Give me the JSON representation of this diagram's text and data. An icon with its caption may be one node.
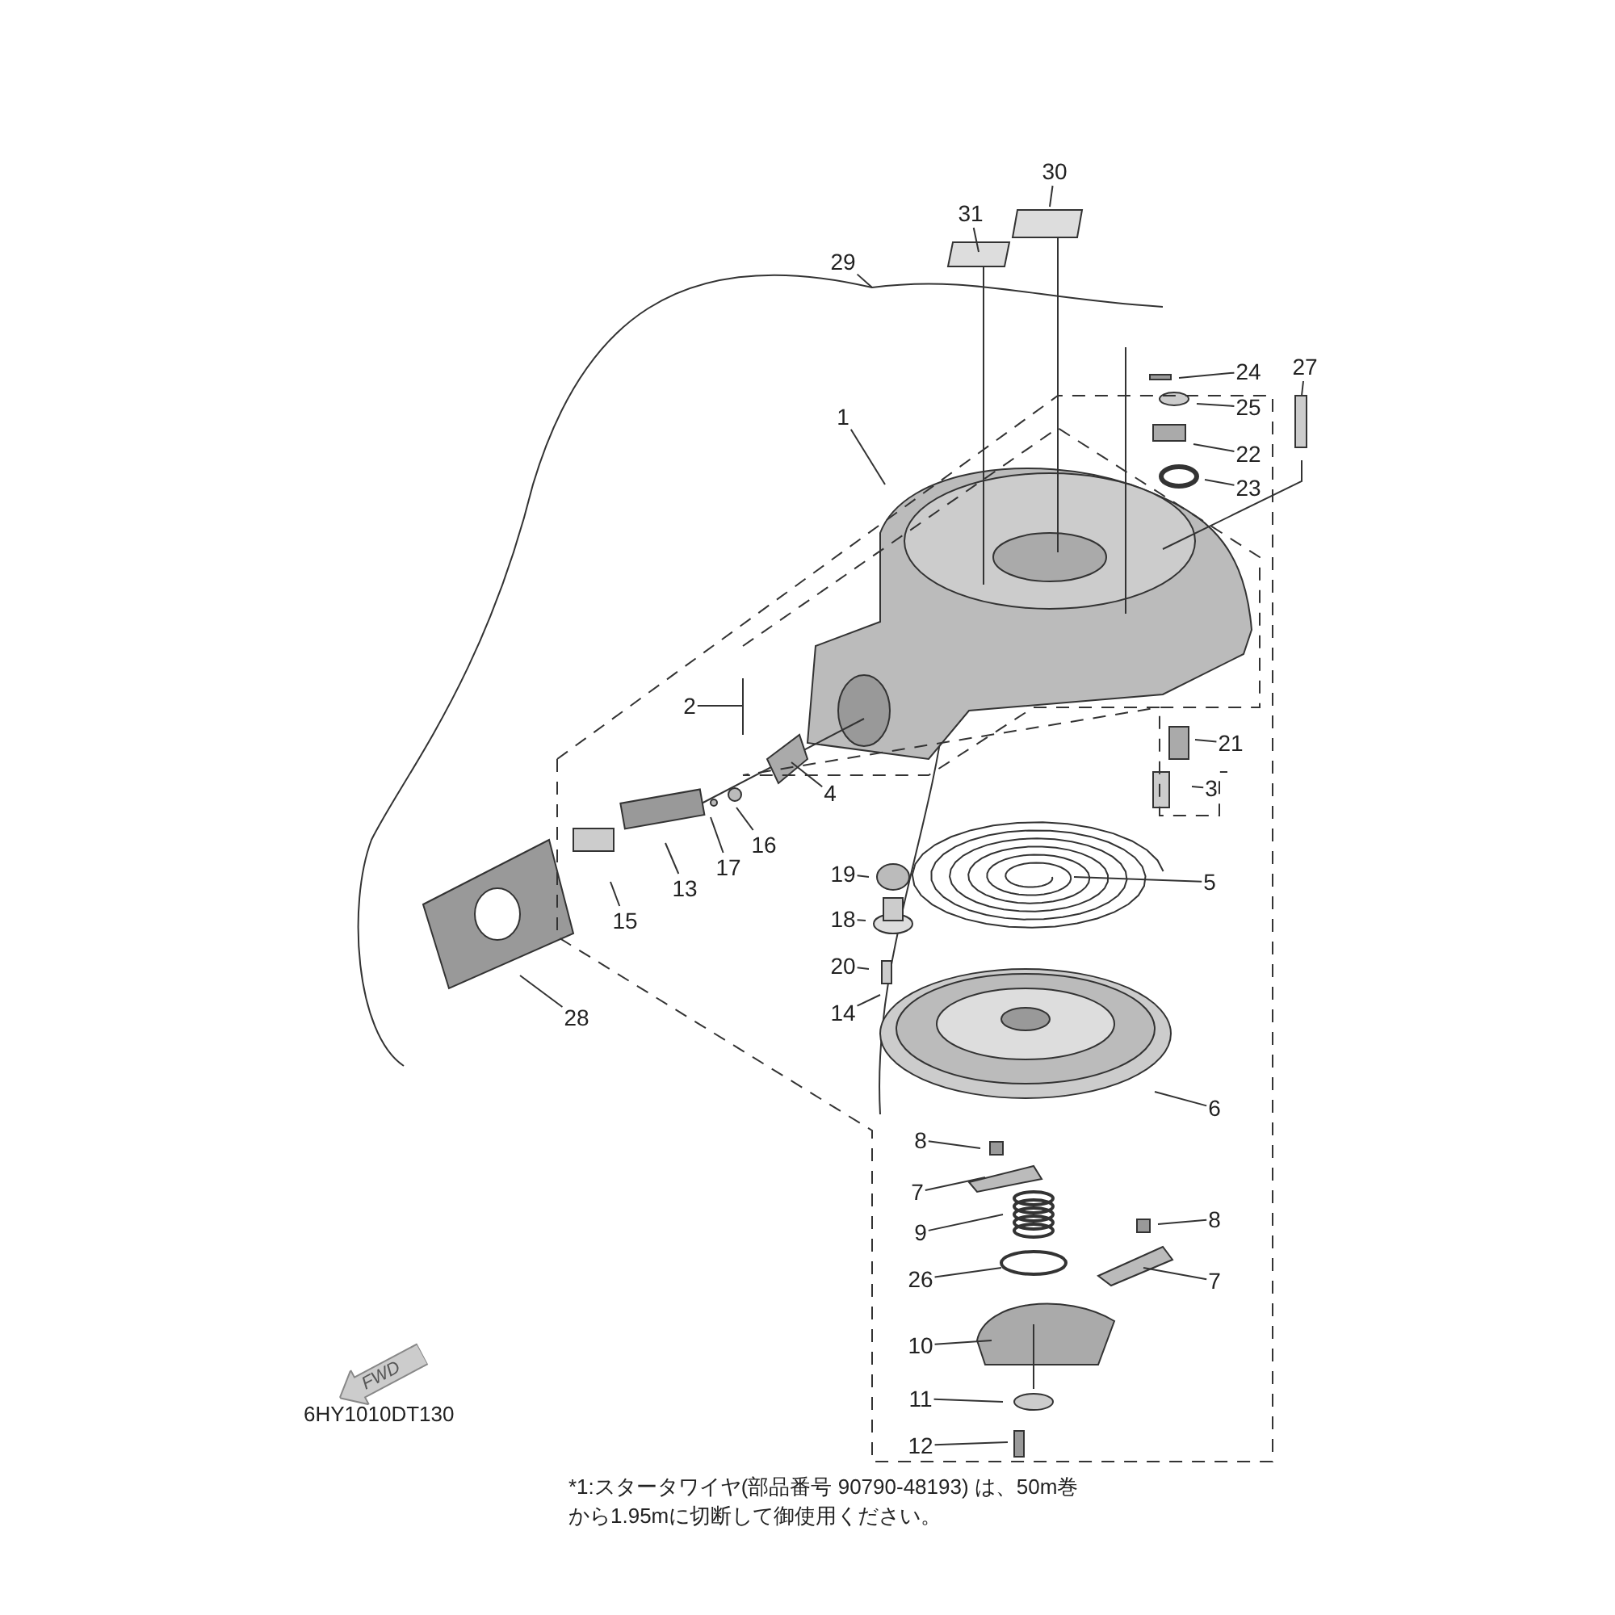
{
  "diagram": {
    "nodes": [
      {
        "text": [
          "29"
        ]
      },
      {
        "text": [
          "31"
        ]
      },
      {
        "text": [
          "30"
        ]
      },
      {
        "text": [
          "24"
        ]
      },
      {
        "text": [
          "25"
        ]
      },
      {
        "text": [
          "27"
        ]
      },
      {
        "text": [
          "22"
        ]
      },
      {
        "text": [
          "23"
        ]
      },
      {
        "text": [
          "1"
        ]
      },
      {
        "text": [
          "2"
        ]
      },
      {
        "text": [
          "21"
        ]
      },
      {
        "text": [
          "4"
        ]
      },
      {
        "text": [
          "3"
        ]
      },
      {
        "text": [
          "16"
        ]
      },
      {
        "text": [
          "17"
        ]
      },
      {
        "text": [
          "13"
        ]
      },
      {
        "text": [
          "15"
        ]
      },
      {
        "text": [
          "19"
        ]
      },
      {
        "text": [
          "5"
        ]
      },
      {
        "text": [
          "18"
        ]
      },
      {
        "text": [
          "20"
        ]
      },
      {
        "text": [
          "14"
        ]
      },
      {
        "text": [
          "28"
        ]
      },
      {
        "text": [
          "6"
        ]
      },
      {
        "text": [
          "8"
        ]
      },
      {
        "text": [
          "7"
        ]
      },
      {
        "text": [
          "9"
        ]
      },
      {
        "text": [
          "8"
        ]
      },
      {
        "text": [
          "26"
        ]
      },
      {
        "text": [
          "7"
        ]
      },
      {
        "text": [
          "10"
        ]
      },
      {
        "text": [
          "11"
        ]
      },
      {
        "text": [
          "12"
        ]
      },
      {
        "text": [
          "FWD"
        ]
      }
    ],
    "edges": [
      {
        "from": 0,
        "to": null,
        "arrow": "none"
      },
      {
        "from": 1,
        "to": null,
        "arrow": "none"
      },
      {
        "from": 2,
        "to": null,
        "arrow": "none"
      },
      {
        "from": 3,
        "to": null,
        "arrow": "none"
      },
      {
        "from": 4,
        "to": null,
        "arrow": "none"
      },
      {
        "from": 5,
        "to": null,
        "arrow": "none"
      },
      {
        "from": 6,
        "to": null,
        "arrow": "none"
      },
      {
        "from": 7,
        "to": null,
        "arrow": "none"
      },
      {
        "from": 8,
        "to": null,
        "arrow": "none"
      },
      {
        "from": 9,
        "to": null,
        "arrow": "none"
      },
      {
        "from": 10,
        "to": null,
        "arrow": "none"
      },
      {
        "from": 11,
        "to": null,
        "arrow": "none"
      },
      {
        "from": 12,
        "to": null,
        "arrow": "none"
      },
      {
        "from": 13,
        "to": null,
        "arrow": "none"
      },
      {
        "from": 14,
        "to": null,
        "arrow": "none"
      },
      {
        "from": 15,
        "to": null,
        "arrow": "none"
      },
      {
        "from": 16,
        "to": null,
        "arrow": "none"
      },
      {
        "from": 17,
        "to": null,
        "arrow": "none"
      },
      {
        "from": 18,
        "to": null,
        "arrow": "none"
      },
      {
        "from": 19,
        "to": null,
        "arrow": "none"
      },
      {
        "from": 20,
        "to": null,
        "arrow": "none"
      },
      {
        "from": 21,
        "to": null,
        "arrow": "none"
      },
      {
        "from": 22,
        "to": null,
        "arrow": "none"
      },
      {
        "from": 23,
        "to": null,
        "arrow": "none"
      },
      {
        "from": 24,
        "to": null,
        "arrow": "none"
      },
      {
        "from": 25,
        "to": null,
        "arrow": "none"
      },
      {
        "from": 26,
        "to": null,
        "arrow": "none"
      },
      {
        "from": 27,
        "to": null,
        "arrow": "none"
      },
      {
        "from": 28,
        "to": null,
        "arrow": "none"
      },
      {
        "from": 29,
        "to": null,
        "arrow": "none"
      },
      {
        "from": 30,
        "to": null,
        "arrow": "none"
      },
      {
        "from": 31,
        "to": null,
        "arrow": "none"
      },
      {
        "from": 32,
        "to": null,
        "arrow": "none"
      }
    ],
    "labels": [
      "6HY1010DT130",
      "*1:スタータワイヤ(部品番号 90790-48193) は、50m巻から1.95mに切断して御使用ください。"
    ]
  }
}
